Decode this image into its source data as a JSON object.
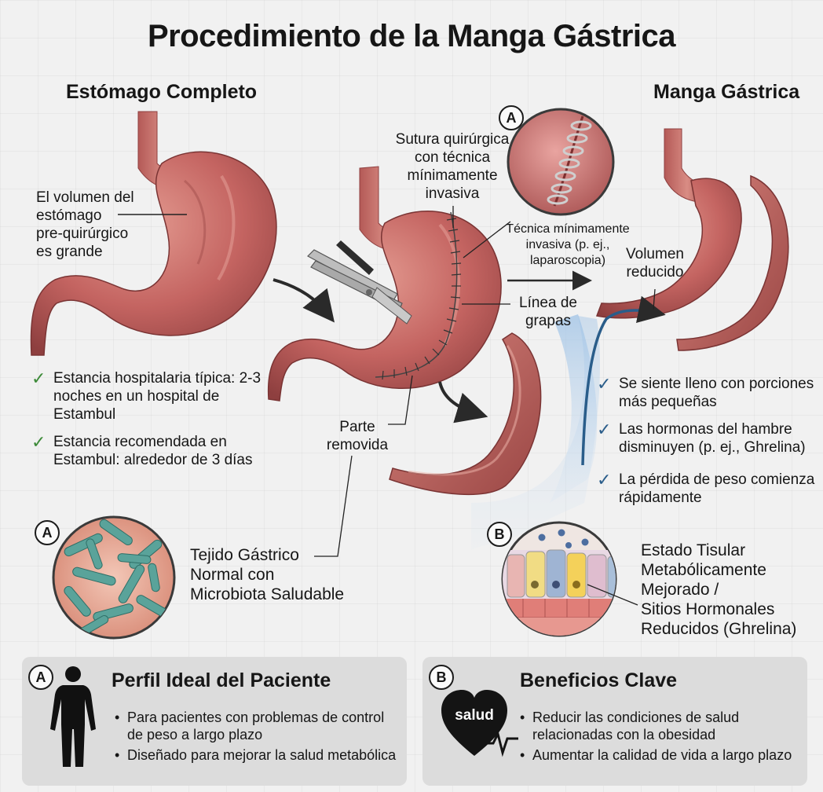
{
  "title": "Procedimiento de la Manga Gástrica",
  "left": {
    "heading": "Estómago Completo",
    "volume_label": [
      "El volumen del",
      "estómago",
      "pre-quirúrgico",
      "es grande"
    ],
    "checks": [
      "Estancia hospitalaria típica: 2-3 noches en un hospital de Estambul",
      "Estancia recomendada en Estambul: alrededor de 3 días"
    ],
    "inset_badge": "A",
    "tissue_label": [
      "Tejido Gástrico",
      "Normal con",
      "Microbiota Saludable"
    ]
  },
  "center": {
    "suture_badge": "A",
    "suture_label": [
      "Sutura quirúrgica",
      "con técnica",
      "mínimamente",
      "invasiva"
    ],
    "technique_label": [
      "Técnica mínimamente",
      "invasiva (p. ej.,",
      "laparoscopia)"
    ],
    "staple_label": [
      "Línea de",
      "grapas"
    ],
    "removed_label": [
      "Parte",
      "removida"
    ]
  },
  "right": {
    "heading": "Manga Gástrica",
    "volume_label": [
      "Volumen",
      "reducido"
    ],
    "checks": [
      "Se siente lleno con porciones más pequeñas",
      "Las hormonas del hambre disminuyen (p. ej., Ghrelina)",
      "La pérdida de peso comienza rápidamente"
    ],
    "inset_badge": "B",
    "tissue_label": [
      "Estado Tisular",
      "Metabólicamente",
      "Mejorado /",
      "Sitios Hormonales",
      "Reducidos (Ghrelina)"
    ]
  },
  "panels": {
    "patient": {
      "badge": "A",
      "title": "Perfil Ideal del Paciente",
      "items": [
        "Para pacientes con problemas de control de peso a largo plazo",
        "Diseñado para mejorar la salud metabólica"
      ]
    },
    "benefits": {
      "badge": "B",
      "title": "Beneficios Clave",
      "icon_text": "salud",
      "items": [
        "Reducir las condiciones de salud relacionadas con la obesidad",
        "Aumentar la calidad de vida a largo plazo"
      ]
    }
  },
  "colors": {
    "stomach": "#c46461",
    "stomach_dark": "#8e3f3f",
    "check_green": "#3c8a38",
    "check_blue": "#2a5d8a",
    "panel_bg": "#dcdcdc"
  },
  "icons": [
    "check-icon",
    "person-silhouette-icon",
    "heart-pulse-icon",
    "surgical-stapler-icon",
    "flow-arrow-icon"
  ]
}
